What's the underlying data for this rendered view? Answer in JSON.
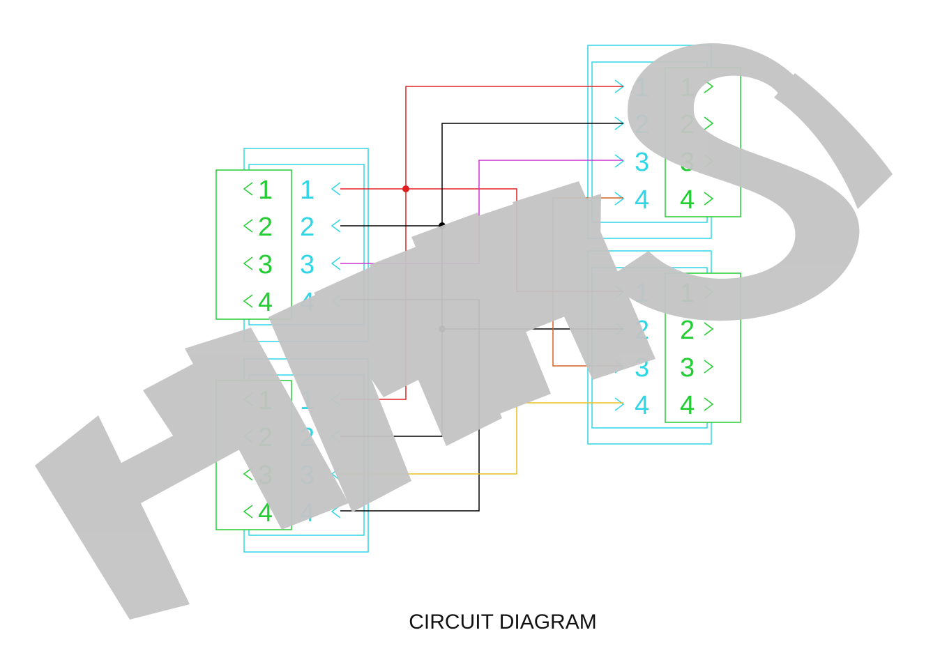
{
  "diagram": {
    "caption": "CIRCUIT DIAGRAM",
    "watermark": "HMMS",
    "colors": {
      "cyan": "#2fd6e6",
      "green": "#22cc33",
      "red": "#e02020",
      "black": "#000000",
      "magenta": "#d030d0",
      "orange": "#d06020",
      "yellow": "#e8c020",
      "watermark": "#c4c4c4"
    },
    "connectors": [
      {
        "name": "left-upper",
        "cyan_pins": [
          "1",
          "2",
          "3",
          "4"
        ],
        "green_pins": [
          "1",
          "2",
          "3",
          "4"
        ]
      },
      {
        "name": "left-lower",
        "cyan_pins": [
          "1",
          "2",
          "3",
          "4"
        ],
        "green_pins": [
          "1",
          "2",
          "3",
          "4"
        ]
      },
      {
        "name": "right-upper",
        "cyan_pins": [
          "1",
          "2",
          "3",
          "4"
        ],
        "green_pins": [
          "1",
          "2",
          "3",
          "4"
        ]
      },
      {
        "name": "right-lower",
        "cyan_pins": [
          "1",
          "2",
          "3",
          "4"
        ],
        "green_pins": [
          "1",
          "2",
          "3",
          "4"
        ]
      }
    ]
  }
}
